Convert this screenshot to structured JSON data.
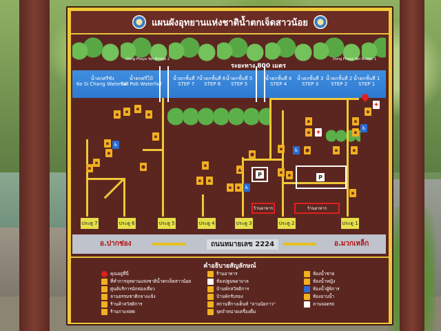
{
  "sign": {
    "title": "แผนผังอุทยานแห่งชาติน้ำตกเจ็ดสาวน้อย",
    "distance": "ระยะทาง 800 เมตร",
    "bridges": {
      "left": "Dong Phaya Yen Bridge 2",
      "right": "Dong Phaya Yen Bridge 1"
    },
    "waterfalls": [
      {
        "th": "น้ำตกศรีชัง",
        "en": "Ko Si Chang Waterfall"
      },
      {
        "th": "น้ำตกศรีโป้",
        "en": "Siri Pob Waterfall"
      }
    ],
    "steps": [
      {
        "th": "น้ำตกชั้นที่ 7",
        "en": "STEP 7"
      },
      {
        "th": "น้ำตกชั้นที่ 6",
        "en": "STEP 6"
      },
      {
        "th": "น้ำตกชั้นที่ 5",
        "en": "STEP 5"
      },
      {
        "th": "น้ำตกชั้นที่ 4",
        "en": "STEP 4"
      },
      {
        "th": "น้ำตกชั้นที่ 3",
        "en": "STEP 3"
      },
      {
        "th": "น้ำตกชั้นที่ 2",
        "en": "STEP 2"
      },
      {
        "th": "น้ำตกชั้นที่ 1",
        "en": "STEP 1"
      }
    ],
    "gates": [
      "ประตู 7",
      "ประตู 6",
      "ประตู 5",
      "ประตู 4",
      "ประตู 3",
      "ประตู 2",
      "ประตู 1"
    ],
    "parking": "P",
    "restaurants": [
      "ร้านอาหาร",
      "ร้านอาหาร"
    ],
    "road": {
      "name": "ถนนหมายเลข 2224",
      "left_dir": "อ.ปากช่อง",
      "right_dir": "อ.มวกเหล็ก"
    },
    "legend": {
      "title": "คำอธิบายสัญลักษณ์",
      "col1": [
        "คุณอยู่ที่นี่",
        "ที่ทำการอุทยานแห่งชาติน้ำตกเจ็ดสาวน้อย",
        "ศูนย์บริการนักท่องเที่ยว",
        "ลานธรรมชาติกลางแจ้ง",
        "ร้านค้าสวัสดิการ",
        "ร้านกาแฟสด"
      ],
      "col2": [
        "ร้านอาหาร",
        "ห้องปฐมพยาบาล",
        "บ้านพักสวัสดิการ",
        "บ้านพักรับรอง",
        "สถานที่กางเต็นท์ \"ลานนัยกาว\"",
        "จุดจำหน่ายเครื่องดื่ม"
      ],
      "col3": [
        "ห้องน้ำชาย",
        "ห้องน้ำหญิง",
        "ห้องน้ำผู้พิการ",
        "ห้องอาบน้ำ",
        "ลานจอดรถ"
      ]
    }
  },
  "colors": {
    "board_bg": "#5b2620",
    "frame": "#f0c838",
    "river": "#2f7ad0",
    "path": "#f0c838",
    "gate": "#e6e04a",
    "accent_red": "#e02020",
    "accessible_blue": "#2a6bd1"
  }
}
